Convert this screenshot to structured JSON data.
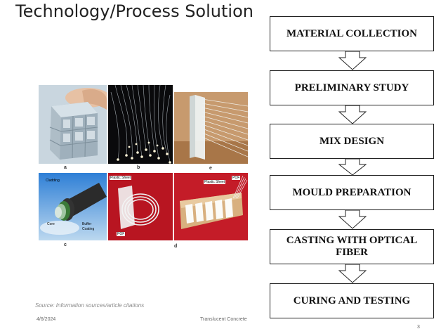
{
  "slide": {
    "title": "Technology/Process Solution",
    "source": "Source: Information sources/article citations",
    "date": "4/6/2024",
    "footer_text": "Translucent Concrete",
    "page_number": "3"
  },
  "figure": {
    "captions": [
      "a",
      "b",
      "e",
      "c",
      "d"
    ],
    "photo_labels": {
      "cladding": "Cladding",
      "core": "Core",
      "buffer": "Buffer",
      "coating": "Coating",
      "plastic_sheet_1": "Plastic Sheet",
      "pof_1": "POF",
      "plastic_sheet_2": "Plastic Sheet",
      "pof_2": "POF"
    }
  },
  "flowchart": {
    "steps": [
      "MATERIAL COLLECTION",
      "PRELIMINARY STUDY",
      "MIX DESIGN",
      "MOULD PREPARATION",
      "CASTING WITH OPTICAL FIBER",
      "CURING AND TESTING"
    ]
  }
}
